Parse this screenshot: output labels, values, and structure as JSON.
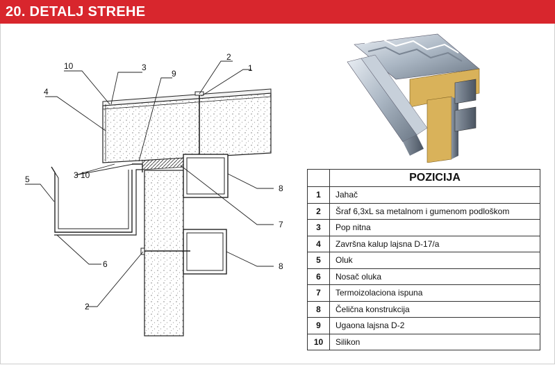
{
  "header": {
    "title": "20. DETALJ STREHE",
    "color": "#d8262d"
  },
  "drawing": {
    "callouts": [
      "10",
      "3",
      "4",
      "9",
      "2",
      "1",
      "3 10",
      "5",
      "8",
      "7",
      "6",
      "8",
      "2"
    ]
  },
  "legend": {
    "title": "POZICIJA",
    "items": [
      {
        "num": "1",
        "desc": "Jahač"
      },
      {
        "num": "2",
        "desc": "Šraf 6,3xL sa metalnom i gumenom podloškom"
      },
      {
        "num": "3",
        "desc": "Pop nitna"
      },
      {
        "num": "4",
        "desc": "Završna kalup lajsna  D-17/a"
      },
      {
        "num": "5",
        "desc": "Oluk"
      },
      {
        "num": "6",
        "desc": "Nosač oluka"
      },
      {
        "num": "7",
        "desc": "Termoizolaciona ispuna"
      },
      {
        "num": "8",
        "desc": "Čelična konstrukcija"
      },
      {
        "num": "9",
        "desc": "Ugaona lajsna D-2"
      },
      {
        "num": "10",
        "desc": "Silikon"
      }
    ]
  }
}
